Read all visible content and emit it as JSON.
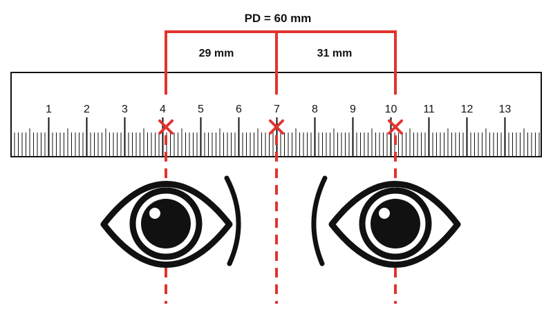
{
  "title": "PD = 60 mm",
  "left_distance": "29 mm",
  "right_distance": "31 mm",
  "ruler": {
    "numbers": [
      "1",
      "2",
      "3",
      "4",
      "5",
      "6",
      "7",
      "8",
      "9",
      "10",
      "11",
      "12",
      "13"
    ],
    "marked_numbers": [
      4,
      7,
      10
    ]
  },
  "colors": {
    "accent": "#e2332e",
    "ink": "#111111",
    "background": "#ffffff"
  },
  "icons": {
    "left_eye": "eye-icon",
    "right_eye": "eye-icon",
    "marker": "x-mark-icon"
  }
}
